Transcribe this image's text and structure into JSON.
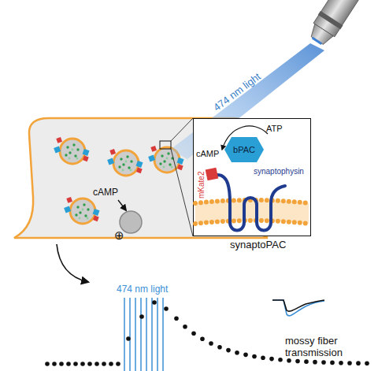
{
  "diagram": {
    "nodes": [
      {
        "text": [
          "synaptoPAC"
        ]
      },
      {
        "text": [
          "bPAC"
        ],
        "in": 0
      }
    ],
    "labels": [
      "474 nm light",
      "ATP",
      "cAMP",
      "mKate2",
      "synaptophysin",
      "cAMP",
      "⊕",
      "474 nm light",
      "mossy fiber transmission"
    ]
  }
}
